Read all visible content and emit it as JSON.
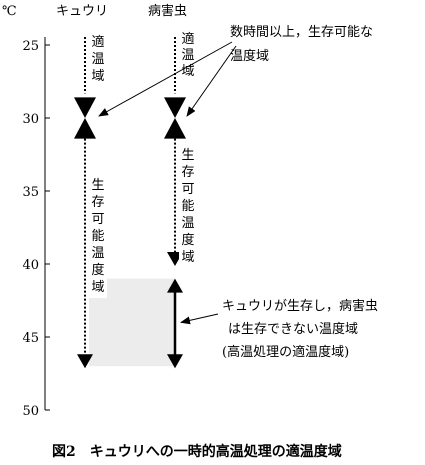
{
  "axis": {
    "unit": "℃",
    "ticks": [
      25,
      30,
      35,
      40,
      45,
      50
    ],
    "range": [
      25,
      50
    ]
  },
  "columns": {
    "cucumber": {
      "label": "キュウリ",
      "optimal_label": "適温域",
      "survival_label": "生存可能温度域",
      "optimal_range": [
        25,
        29
      ],
      "survival_range": [
        31,
        47
      ]
    },
    "pest": {
      "label": "病害虫",
      "optimal_label": "適温域",
      "survival_label": "生存可能温度域",
      "optimal_range": [
        25,
        29
      ],
      "survival_range": [
        31,
        40
      ]
    }
  },
  "annotations": {
    "top_line1": "数時間以上，生存可能な",
    "top_line2": "温度域",
    "bottom_line1": "キュウリが生存し，病害虫",
    "bottom_line2": "は生存できない温度域",
    "bottom_line3": "(高温処理の適温度域)"
  },
  "treatment_zone": {
    "range": [
      41,
      47
    ],
    "color": "#ececec"
  },
  "caption": "図2　キュウリへの一時的高温処理の適温度域"
}
